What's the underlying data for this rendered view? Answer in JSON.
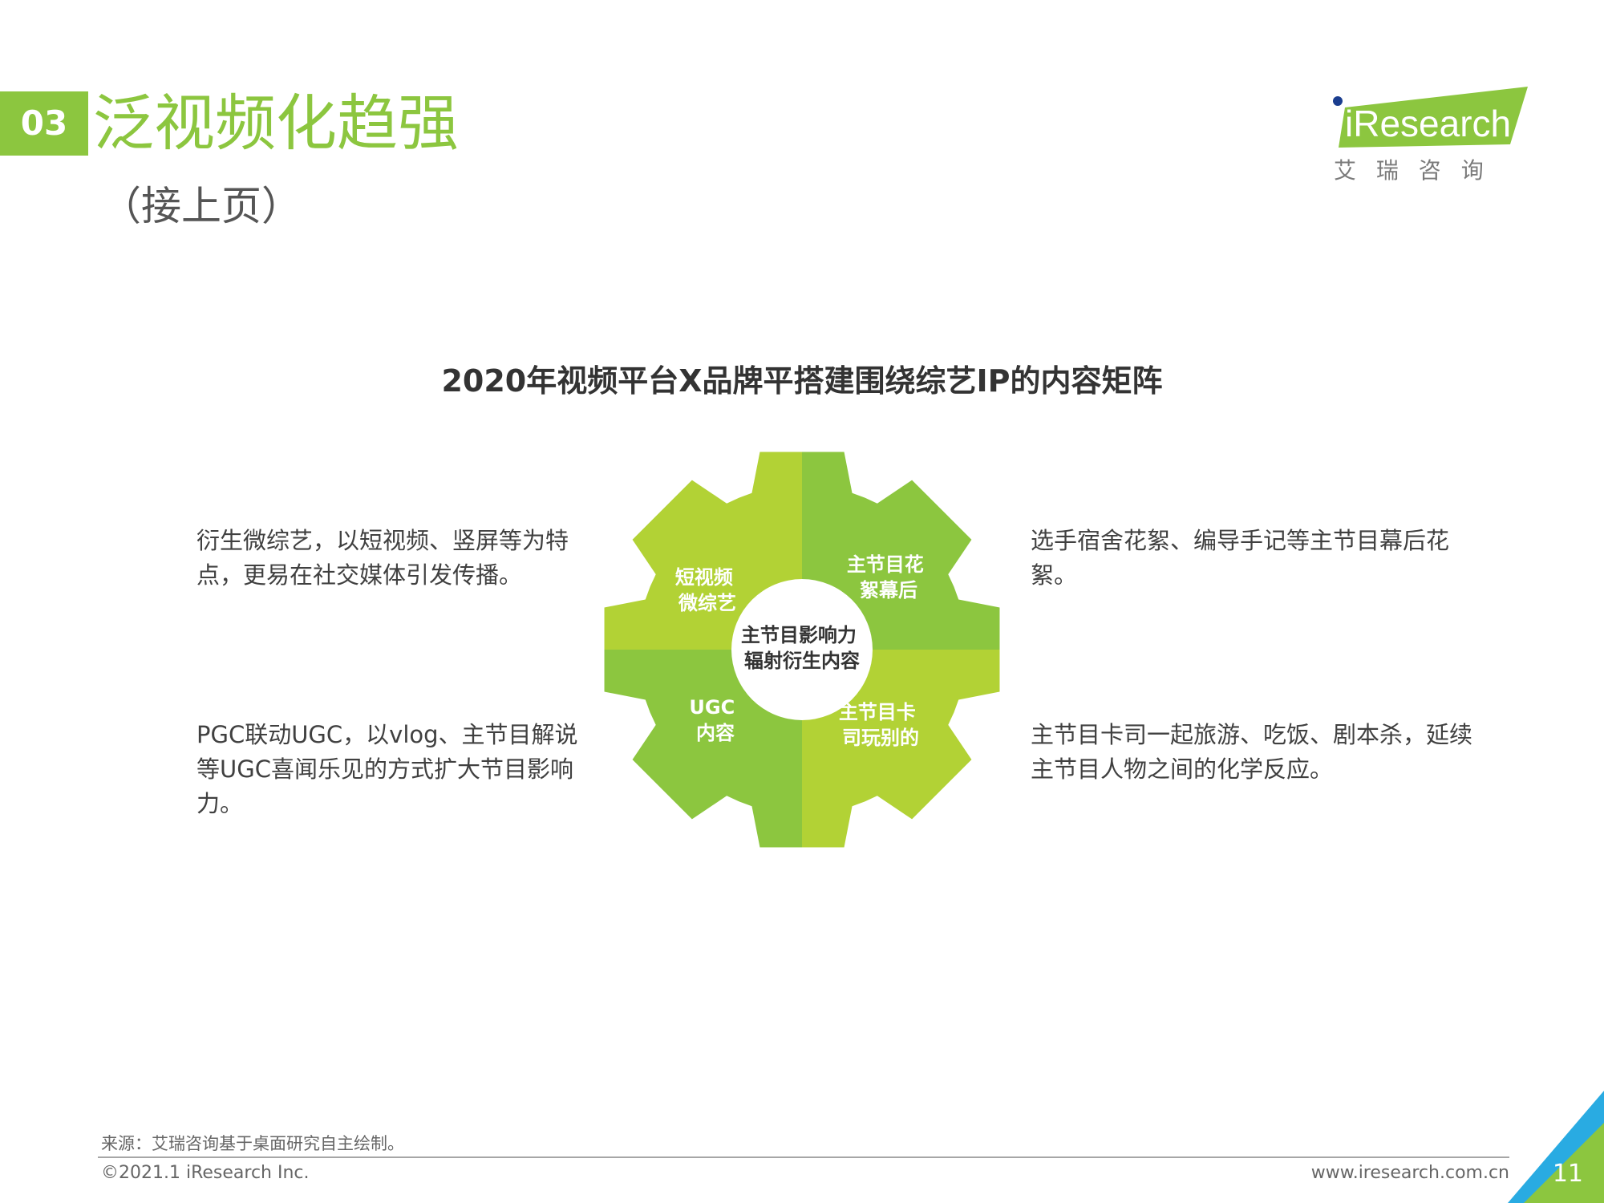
{
  "section": {
    "number": "03",
    "title": "泛视频化趋强",
    "subtitle": "（接上页）"
  },
  "logo": {
    "brand": "iResearch",
    "tagline": "艾 瑞 咨 询"
  },
  "diagram": {
    "title": "2020年视频平台X品牌平搭建围绕综艺IP的内容矩阵",
    "center": {
      "line1": "主节目影响力",
      "line2": "辐射衍生内容"
    },
    "quadrants": {
      "top_left": {
        "line1": "短视频",
        "line2": "微综艺"
      },
      "top_right": {
        "line1": "主节目花",
        "line2": "絮幕后"
      },
      "bottom_left": {
        "line1": "UGC",
        "line2": "内容"
      },
      "bottom_right": {
        "line1": "主节目卡",
        "line2": "司玩别的"
      }
    },
    "descriptions": {
      "top_left": "衍生微综艺，以短视频、竖屏等为特点，更易在社交媒体引发传播。",
      "top_right": "选手宿舍花絮、编导手记等主节目幕后花絮。",
      "bottom_left": "PGC联动UGC，以vlog、主节目解说等UGC喜闻乐见的方式扩大节目影响力。",
      "bottom_right": "主节目卡司一起旅游、吃饭、剧本杀，延续主节目人物之间的化学反应。"
    },
    "colors": {
      "light_green": "#b2d235",
      "dark_green": "#8cc63f"
    }
  },
  "footer": {
    "source": "来源：艾瑞咨询基于桌面研究自主绘制。",
    "copyright": "©2021.1 iResearch Inc.",
    "url": "www.iresearch.com.cn",
    "page": "11"
  }
}
